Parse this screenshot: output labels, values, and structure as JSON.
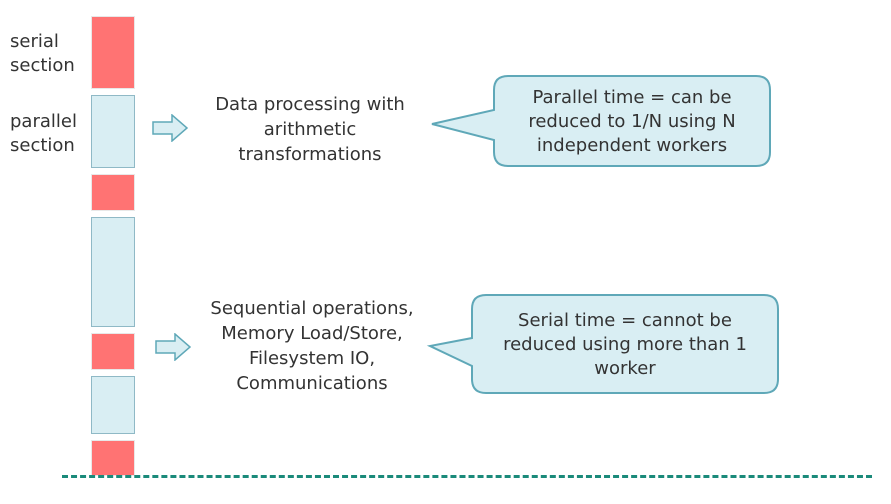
{
  "legend": {
    "serial": [
      "serial",
      "section"
    ],
    "parallel": [
      "parallel",
      "section"
    ]
  },
  "descriptions": {
    "parallel": [
      "Data processing with",
      "arithmetic",
      "transformations"
    ],
    "serial": [
      "Sequential operations,",
      "Memory Load/Store,",
      "Filesystem IO,",
      "Communications"
    ]
  },
  "callouts": {
    "parallel": [
      "Parallel time = can be",
      "reduced to 1/N using N",
      "independent workers"
    ],
    "serial": [
      "Serial time = cannot be",
      "reduced using more than 1",
      "worker"
    ]
  },
  "colors": {
    "serial_fill": "#ff7373",
    "parallel_fill": "#d9eef3",
    "parallel_border": "#8fb9c6",
    "callout_fill": "#d9eef3",
    "callout_border": "#5fa8b8",
    "baseline": "#1a8a7a",
    "arrow_fill": "#d9eef3",
    "arrow_border": "#5fa8b8"
  }
}
